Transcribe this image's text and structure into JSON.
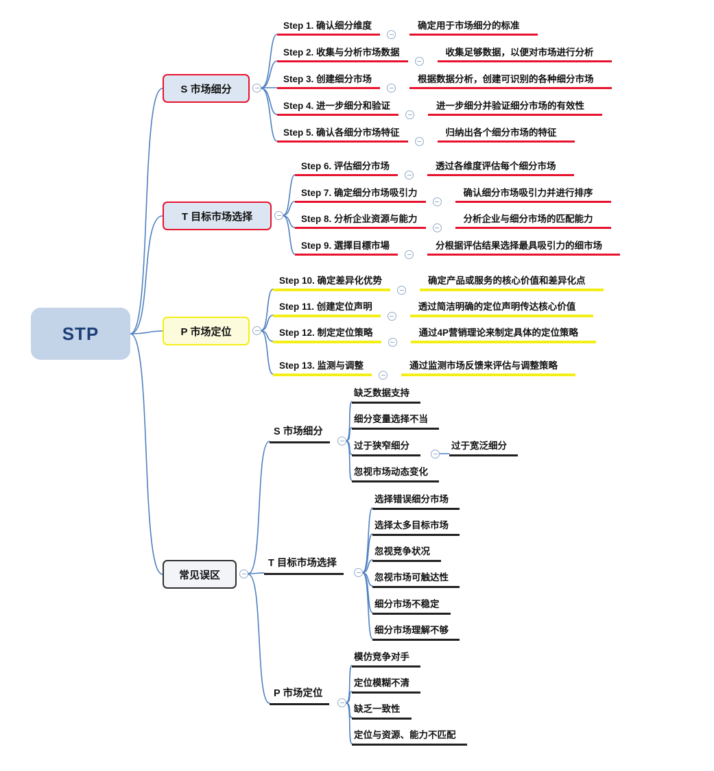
{
  "root": {
    "label": "STP"
  },
  "branches": {
    "segmentation": {
      "label": "S 市场细分"
    },
    "targeting": {
      "label": "T 目标市场选择"
    },
    "positioning": {
      "label": "P 市场定位"
    },
    "mistakes": {
      "label": "常见误区"
    }
  },
  "steps": [
    {
      "label": "Step 1. 确认细分维度",
      "desc": "确定用于市场细分的标准"
    },
    {
      "label": "Step 2. 收集与分析市场数据",
      "desc": "收集足够数据，以便对市场进行分析"
    },
    {
      "label": "Step 3. 创建细分市场",
      "desc": "根据数据分析，创建可识别的各种细分市场"
    },
    {
      "label": "Step 4. 进一步细分和验证",
      "desc": "进一步细分并验证细分市场的有效性"
    },
    {
      "label": "Step 5. 确认各细分市场特征",
      "desc": "归纳出各个细分市场的特征"
    },
    {
      "label": "Step 6. 评估细分市场",
      "desc": "透过各维度评估每个细分市场"
    },
    {
      "label": "Step 7. 确定细分市场吸引力",
      "desc": "确认细分市场吸引力并进行排序"
    },
    {
      "label": "Step 8. 分析企业资源与能力",
      "desc": "分析企业与细分市场的匹配能力"
    },
    {
      "label": "Step 9. 選擇目標市場",
      "desc": "分根据评估结果选择最具吸引力的细市场"
    },
    {
      "label": "Step 10. 确定差异化优势",
      "desc": "确定产品或服务的核心价值和差异化点"
    },
    {
      "label": "Step 11. 创建定位声明",
      "desc": "透过简洁明确的定位声明传达核心价值"
    },
    {
      "label": "Step 12. 制定定位策略",
      "desc": "通过4P营销理论来制定具体的定位策略"
    },
    {
      "label": "Step 13. 监测与调整",
      "desc": "通过监测市场反馈来评估与调整策略"
    }
  ],
  "mistakes": {
    "segmentation": {
      "label": "S 市场细分",
      "items": [
        "缺乏数据支持",
        "细分变量选择不当",
        "过于狭窄细分",
        "忽视市场动态变化"
      ],
      "narrow_child": "过于宽泛细分"
    },
    "targeting": {
      "label": "T 目标市场选择",
      "items": [
        "选择错误细分市场",
        "选择太多目标市场",
        "忽视竞争状况",
        "忽视市场可触达性",
        "细分市场不稳定",
        "细分市场理解不够"
      ]
    },
    "positioning": {
      "label": "P 市场定位",
      "items": [
        "模仿竞争对手",
        "定位模糊不清",
        "缺乏一致性",
        "定位与资源、能力不匹配"
      ]
    }
  },
  "colors": {
    "connector": "#4e7fc0",
    "red_underline": "#e8112d",
    "yellow_underline": "#f3ee15",
    "dark_underline": "#1f1f1f",
    "root_fill": "#c3d3e8"
  }
}
